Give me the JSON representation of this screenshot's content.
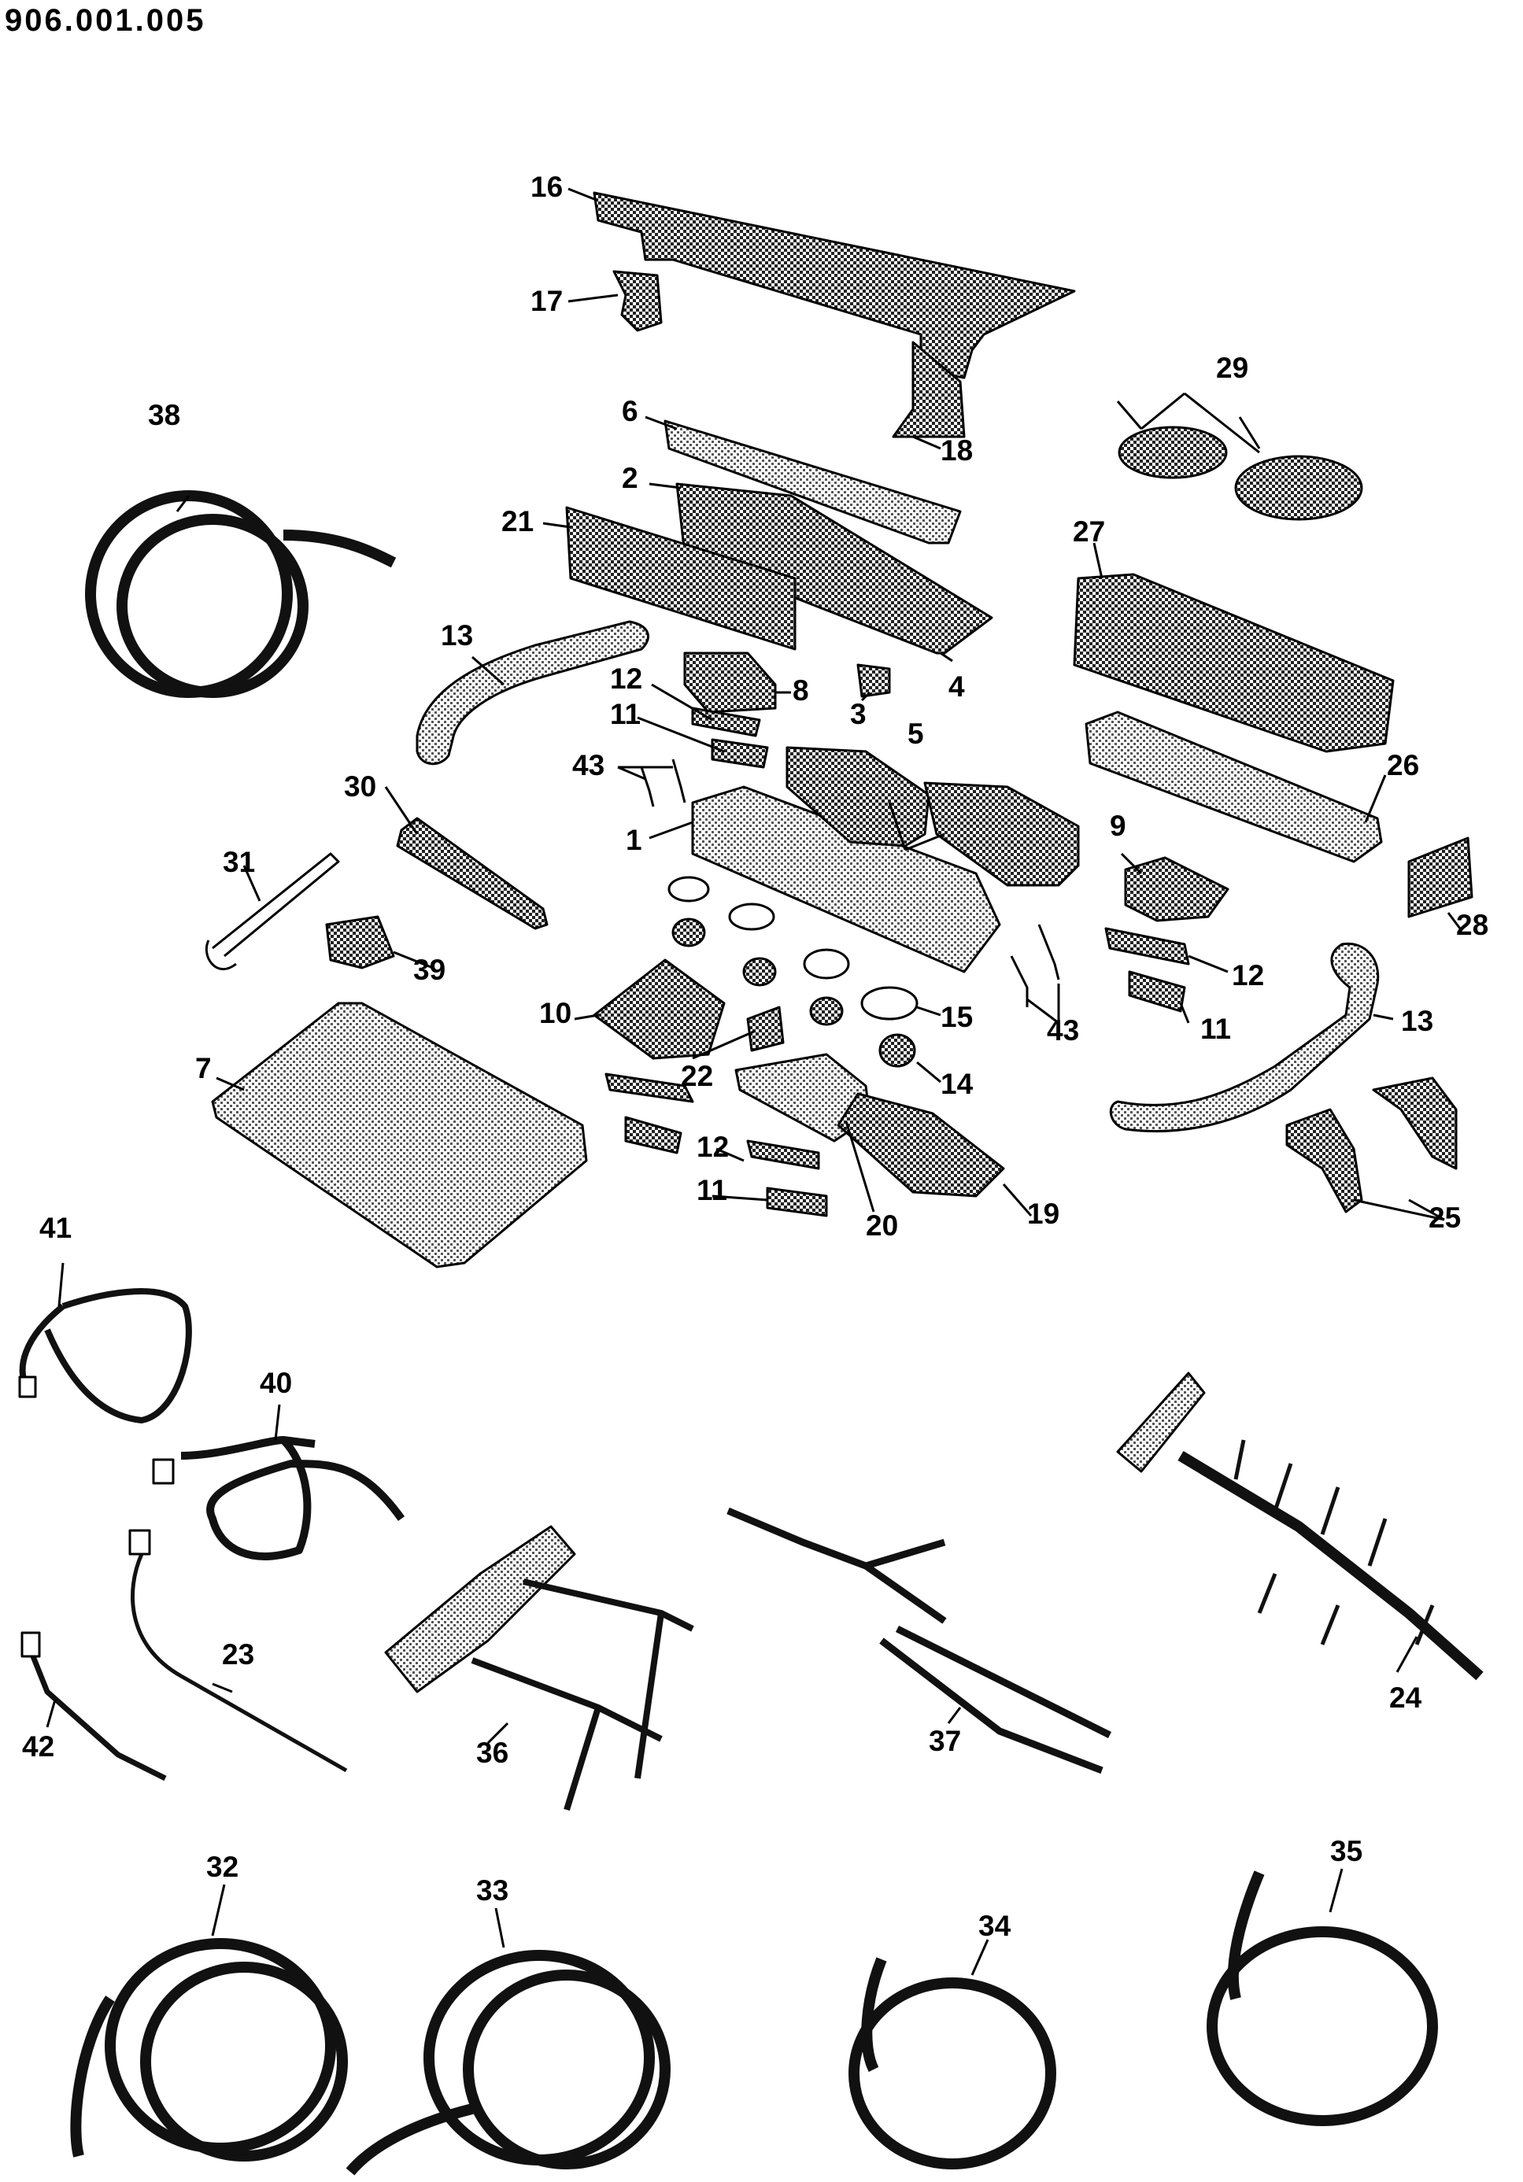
{
  "document": {
    "code": "906.001.005"
  },
  "parts": [
    {
      "id": "1",
      "label": "1"
    },
    {
      "id": "2",
      "label": "2"
    },
    {
      "id": "3",
      "label": "3"
    },
    {
      "id": "4",
      "label": "4"
    },
    {
      "id": "5",
      "label": "5"
    },
    {
      "id": "6",
      "label": "6"
    },
    {
      "id": "7",
      "label": "7"
    },
    {
      "id": "8",
      "label": "8"
    },
    {
      "id": "9",
      "label": "9"
    },
    {
      "id": "10",
      "label": "10"
    },
    {
      "id": "11a",
      "label": "11"
    },
    {
      "id": "11b",
      "label": "11"
    },
    {
      "id": "11c",
      "label": "11"
    },
    {
      "id": "12a",
      "label": "12"
    },
    {
      "id": "12b",
      "label": "12"
    },
    {
      "id": "12c",
      "label": "12"
    },
    {
      "id": "13a",
      "label": "13"
    },
    {
      "id": "13b",
      "label": "13"
    },
    {
      "id": "14",
      "label": "14"
    },
    {
      "id": "15",
      "label": "15"
    },
    {
      "id": "16",
      "label": "16"
    },
    {
      "id": "17",
      "label": "17"
    },
    {
      "id": "18",
      "label": "18"
    },
    {
      "id": "19",
      "label": "19"
    },
    {
      "id": "20",
      "label": "20"
    },
    {
      "id": "21",
      "label": "21"
    },
    {
      "id": "22",
      "label": "22"
    },
    {
      "id": "23",
      "label": "23"
    },
    {
      "id": "24",
      "label": "24"
    },
    {
      "id": "25",
      "label": "25"
    },
    {
      "id": "26",
      "label": "26"
    },
    {
      "id": "27",
      "label": "27"
    },
    {
      "id": "28",
      "label": "28"
    },
    {
      "id": "29",
      "label": "29"
    },
    {
      "id": "30",
      "label": "30"
    },
    {
      "id": "31",
      "label": "31"
    },
    {
      "id": "32",
      "label": "32"
    },
    {
      "id": "33",
      "label": "33"
    },
    {
      "id": "34",
      "label": "34"
    },
    {
      "id": "35",
      "label": "35"
    },
    {
      "id": "36",
      "label": "36"
    },
    {
      "id": "37",
      "label": "37"
    },
    {
      "id": "38",
      "label": "38"
    },
    {
      "id": "39",
      "label": "39"
    },
    {
      "id": "40",
      "label": "40"
    },
    {
      "id": "41",
      "label": "41"
    },
    {
      "id": "42",
      "label": "42"
    },
    {
      "id": "43a",
      "label": "43"
    },
    {
      "id": "43b",
      "label": "43"
    }
  ]
}
